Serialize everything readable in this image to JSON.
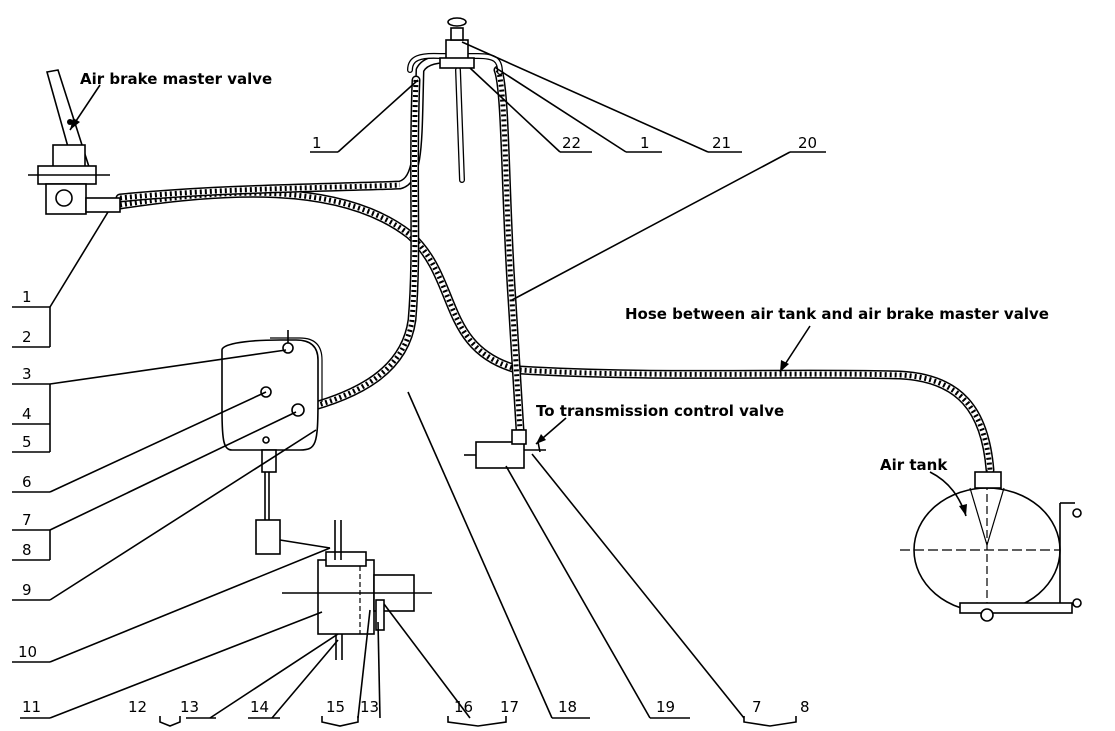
{
  "labels": {
    "air_brake_master_valve": "Air brake master valve",
    "hose_between": "Hose between air tank and air brake master valve",
    "to_transmission": "To transmission control valve",
    "air_tank": "Air tank"
  },
  "numbers": {
    "n1_top": "1",
    "n22": "22",
    "n1_mid": "1",
    "n21": "21",
    "n20": "20",
    "left_1": "1",
    "left_2": "2",
    "left_3": "3",
    "left_4": "4",
    "left_5": "5",
    "left_6": "6",
    "left_7": "7",
    "left_8": "8",
    "left_9": "9",
    "left_10": "10",
    "b11": "11",
    "b12": "12",
    "b13a": "13",
    "b14": "14",
    "b15": "15",
    "b13b": "13",
    "b16": "16",
    "b17": "17",
    "b18": "18",
    "b19": "19",
    "b7": "7",
    "b8": "8"
  },
  "colors": {
    "ink": "#000000",
    "paper": "#ffffff"
  }
}
